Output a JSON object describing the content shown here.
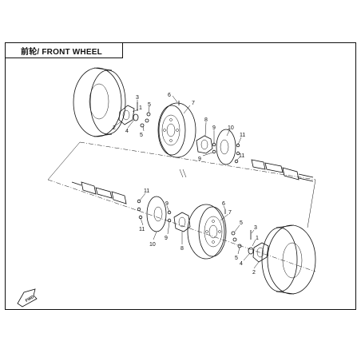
{
  "title": "前轮/ FRONT WHEEL",
  "callouts": [
    "1",
    "2",
    "3",
    "4",
    "5",
    "6",
    "7",
    "8",
    "9",
    "10",
    "11"
  ],
  "callouts_top": [
    {
      "id": "c-3-top",
      "text": "3"
    },
    {
      "id": "c-1-top",
      "text": "1"
    },
    {
      "id": "c-2-top",
      "text": "2"
    },
    {
      "id": "c-4-top",
      "text": "4"
    },
    {
      "id": "c-5a-top",
      "text": "5"
    },
    {
      "id": "c-5b-top",
      "text": "5"
    },
    {
      "id": "c-6-top",
      "text": "6"
    },
    {
      "id": "c-7-top",
      "text": "7"
    },
    {
      "id": "c-8-top",
      "text": "8"
    },
    {
      "id": "c-9a-top",
      "text": "9"
    },
    {
      "id": "c-9b-top",
      "text": "9"
    },
    {
      "id": "c-10-top",
      "text": "10"
    },
    {
      "id": "c-11a-top",
      "text": "11"
    },
    {
      "id": "c-11b-top",
      "text": "11"
    }
  ],
  "callouts_bottom": [
    {
      "id": "c-11a-bot",
      "text": "11"
    },
    {
      "id": "c-11b-bot",
      "text": "11"
    },
    {
      "id": "c-10-bot",
      "text": "10"
    },
    {
      "id": "c-9a-bot",
      "text": "9"
    },
    {
      "id": "c-9b-bot",
      "text": "9"
    },
    {
      "id": "c-8-bot",
      "text": "8"
    },
    {
      "id": "c-6-bot",
      "text": "6"
    },
    {
      "id": "c-7-bot",
      "text": "7"
    },
    {
      "id": "c-5a-bot",
      "text": "5"
    },
    {
      "id": "c-5b-bot",
      "text": "5"
    },
    {
      "id": "c-3-bot",
      "text": "3"
    },
    {
      "id": "c-1-bot",
      "text": "1"
    },
    {
      "id": "c-4-bot",
      "text": "4"
    },
    {
      "id": "c-2-bot",
      "text": "2"
    }
  ],
  "direction_arrow_text": "FWD",
  "colors": {
    "line": "#111111",
    "background": "#ffffff"
  }
}
